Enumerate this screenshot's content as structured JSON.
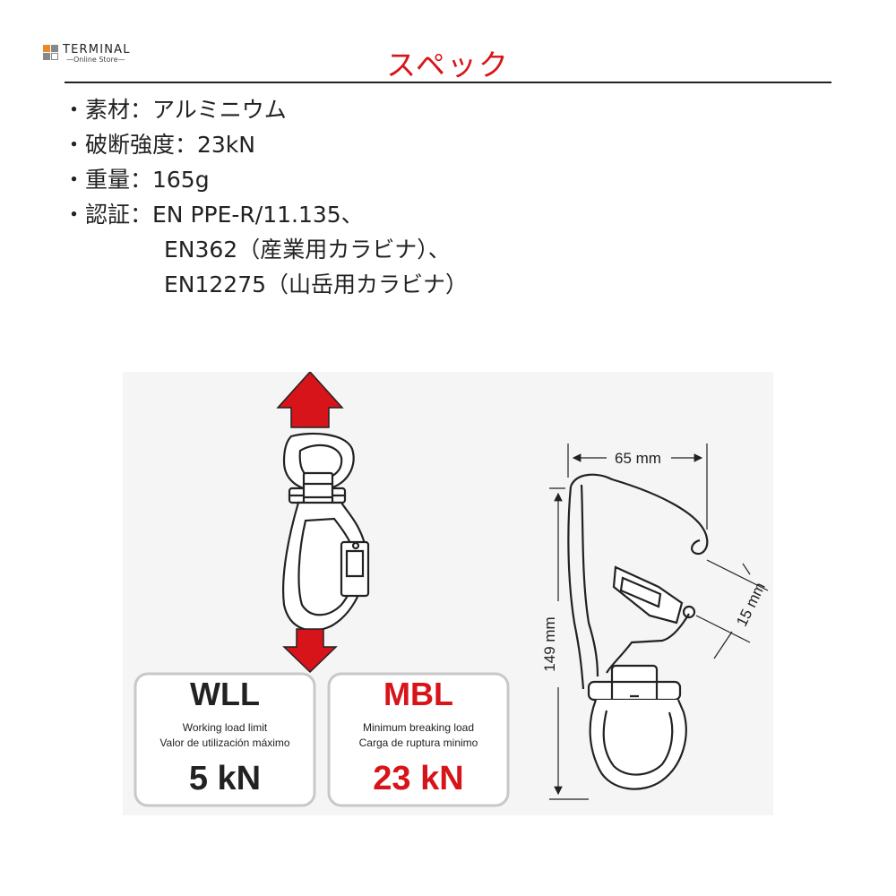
{
  "brand": {
    "name": "TERMINAL",
    "subtitle": "—Online Store—"
  },
  "title": "スペック",
  "specs": {
    "material": "・素材：アルミニウム",
    "strength": "・破断強度：23kN",
    "weight": "・重量：165g",
    "cert_1": "・認証：EN PPE-R/11.135、",
    "cert_2": "EN362（産業用カラビナ）、",
    "cert_3": "EN12275（山岳用カラビナ）"
  },
  "wll": {
    "heading": "WLL",
    "label_en": "Working load limit",
    "label_es": "Valor de utilización máximo",
    "value": "5 kN"
  },
  "mbl": {
    "heading": "MBL",
    "label_en": "Minimum breaking load",
    "label_es": "Carga de ruptura minimo",
    "value": "23 kN"
  },
  "dimensions": {
    "width": "65 mm",
    "height": "149 mm",
    "gate_opening": "15 mm"
  },
  "colors": {
    "title": "#d7141a",
    "arrow": "#d7141a",
    "mbl": "#d7141a",
    "text": "#222222"
  }
}
